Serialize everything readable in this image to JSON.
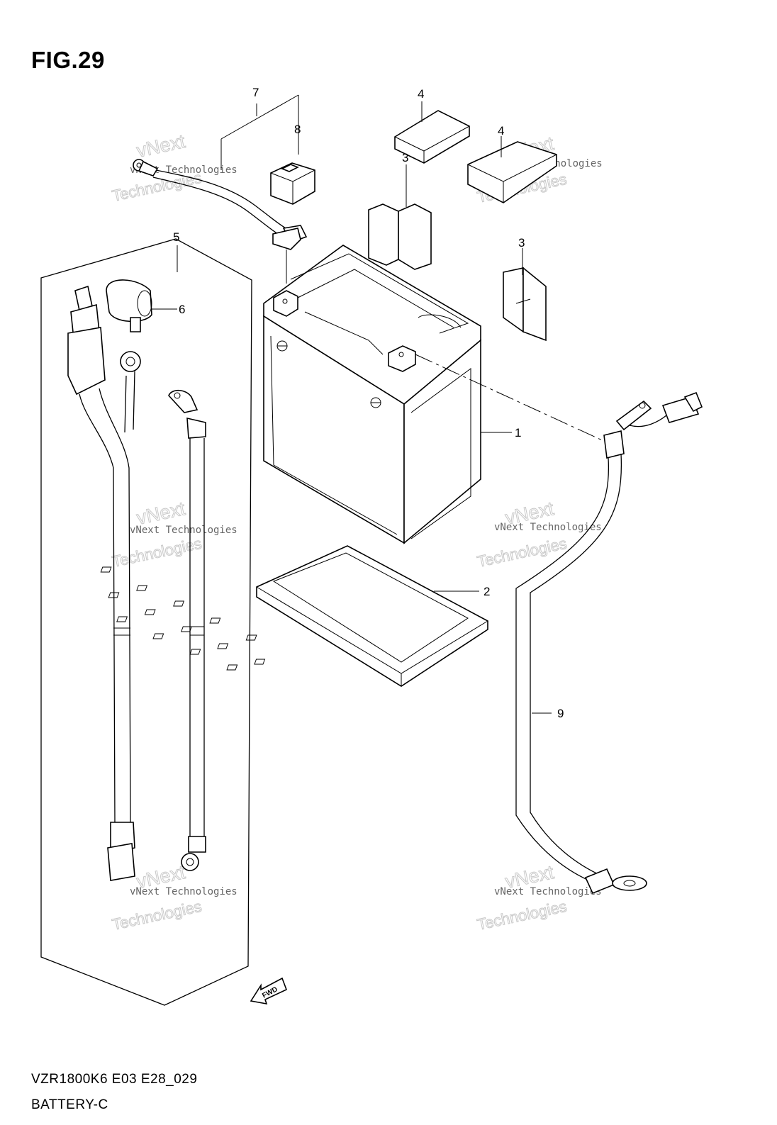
{
  "figure": {
    "title": "FIG.29",
    "code": "VZR1800K6 E03 E28_029",
    "name": "BATTERY-C"
  },
  "callouts": [
    "1",
    "2",
    "3",
    "3",
    "4",
    "4",
    "5",
    "6",
    "7",
    "8",
    "9"
  ],
  "watermark": {
    "line1": "vNext Technologies",
    "line2": "vNext",
    "line3": "Technologies"
  },
  "fwd_label": "FWD"
}
